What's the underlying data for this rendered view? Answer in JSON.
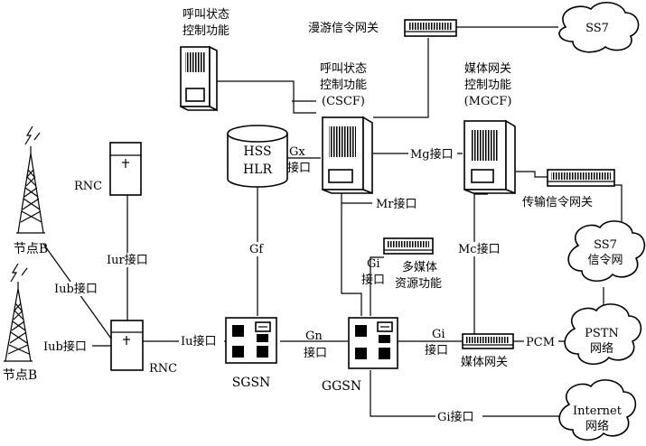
{
  "nodes": {
    "ss7": "SS7",
    "roaming_gw": "漫游信令网关",
    "cscf_left_l1": "呼叫状态",
    "cscf_left_l2": "控制功能",
    "cscf_l1": "呼叫状态",
    "cscf_l2": "控制功能",
    "cscf_l3": "(CSCF)",
    "mgcf_l1": "媒体网关",
    "mgcf_l2": "控制功能",
    "mgcf_l3": "(MGCF)",
    "hss_l1": "HSS",
    "hss_l2": "HLR",
    "rnc_top": "RNC",
    "rnc_bottom": "RNC",
    "node_b_top": "节点B",
    "node_b_bottom": "节点B",
    "transport_gw": "传输信令网关",
    "ss7_net_l1": "SS7",
    "ss7_net_l2": "信令网",
    "mrf_l1": "多媒体",
    "mrf_l2": "资源功能",
    "sgsn": "SGSN",
    "ggsn": "GGSN",
    "media_gw": "媒体网关",
    "pstn_l1": "PSTN",
    "pstn_l2": "网络",
    "internet_l1": "Internet",
    "internet_l2": "网络"
  },
  "interfaces": {
    "gx_l1": "Gx",
    "gx_l2": "接口",
    "mg": "Mg接口",
    "mr": "Mr接口",
    "mc": "Mc接口",
    "gf": "Gf",
    "iur": "Iur接口",
    "iub_top": "Iub接口",
    "iub_bottom": "Iub接口",
    "iu": "Iu接口",
    "gn_l1": "Gn",
    "gn_l2": "接口",
    "gi_mid_l1": "Gi",
    "gi_mid_l2": "接口",
    "gi_right_l1": "Gi",
    "gi_right_l2": "接口",
    "gi_bottom": "Gi接口",
    "pcm": "PCM"
  }
}
